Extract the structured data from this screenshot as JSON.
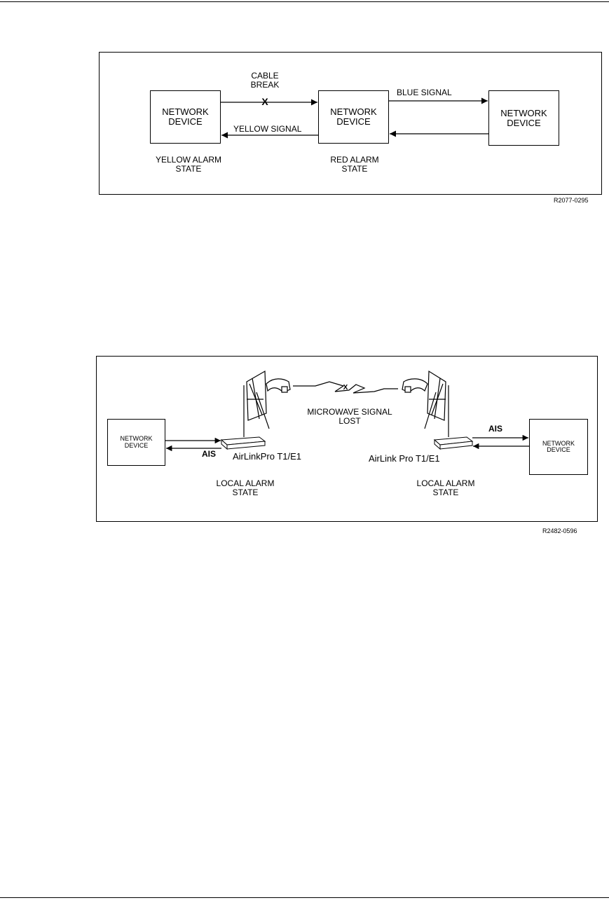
{
  "diagram1": {
    "left_device": "NETWORK\nDEVICE",
    "middle_device": "NETWORK\nDEVICE",
    "right_device": "NETWORK\nDEVICE",
    "cable_break": "CABLE\nBREAK",
    "break_mark": "X",
    "blue_signal": "BLUE SIGNAL",
    "yellow_signal": "YELLOW SIGNAL",
    "yellow_state": "YELLOW ALARM\nSTATE",
    "red_state": "RED ALARM\nSTATE",
    "figure_code": "R2077-0295"
  },
  "diagram2": {
    "left_device": "NETWORK\nDEVICE",
    "right_device": "NETWORK\nDEVICE",
    "left_ais": "AIS",
    "right_ais": "AIS",
    "left_radio": "AirLinkPro T1/E1",
    "right_radio": "AirLink Pro T1/E1",
    "microwave_lost": "MICROWAVE SIGNAL\nLOST",
    "break_mark": "X",
    "left_state": "LOCAL ALARM\nSTATE",
    "right_state": "LOCAL ALARM\nSTATE",
    "figure_code": "R2482-0596"
  }
}
